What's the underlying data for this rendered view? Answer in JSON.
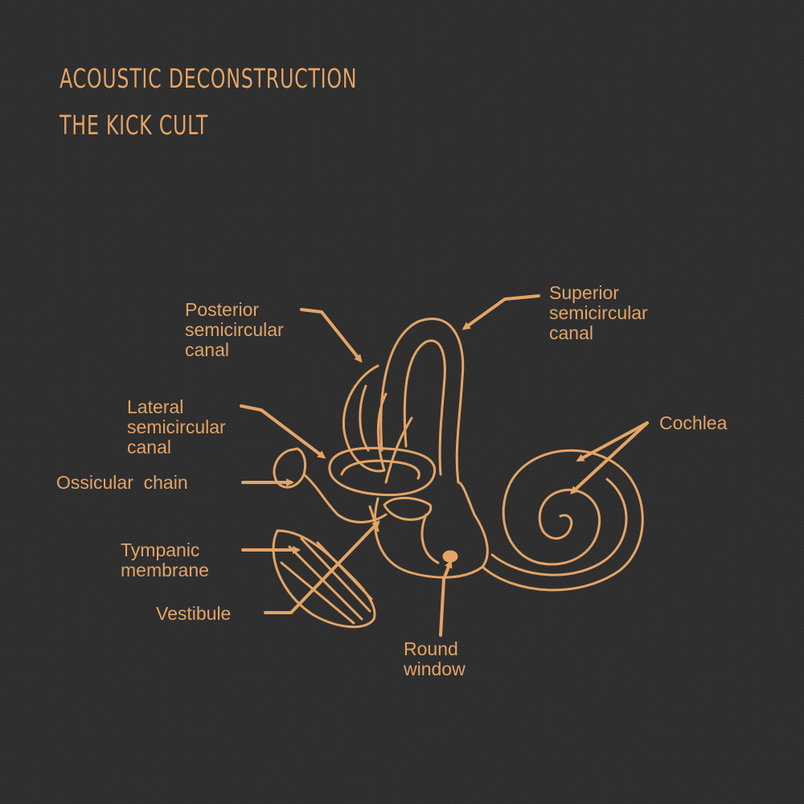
{
  "colors": {
    "background": "#2f2f2f",
    "ink": "#e3a466"
  },
  "header": {
    "title_line1": "ACOUSTIC DECONSTRUCTION",
    "title_line2": "THE KICK CULT"
  },
  "labels": {
    "posterior": [
      "Posterior",
      "semicircular",
      "canal"
    ],
    "superior": [
      "Superior",
      "semicircular",
      "canal"
    ],
    "lateral": [
      "Lateral",
      "semicircular",
      "canal"
    ],
    "cochlea": "Cochlea",
    "ossicular": "Ossicular  chain",
    "tympanic": [
      "Tympanic",
      "membrane"
    ],
    "vestibule": "Vestibule",
    "round_window": [
      "Round",
      "window"
    ]
  }
}
